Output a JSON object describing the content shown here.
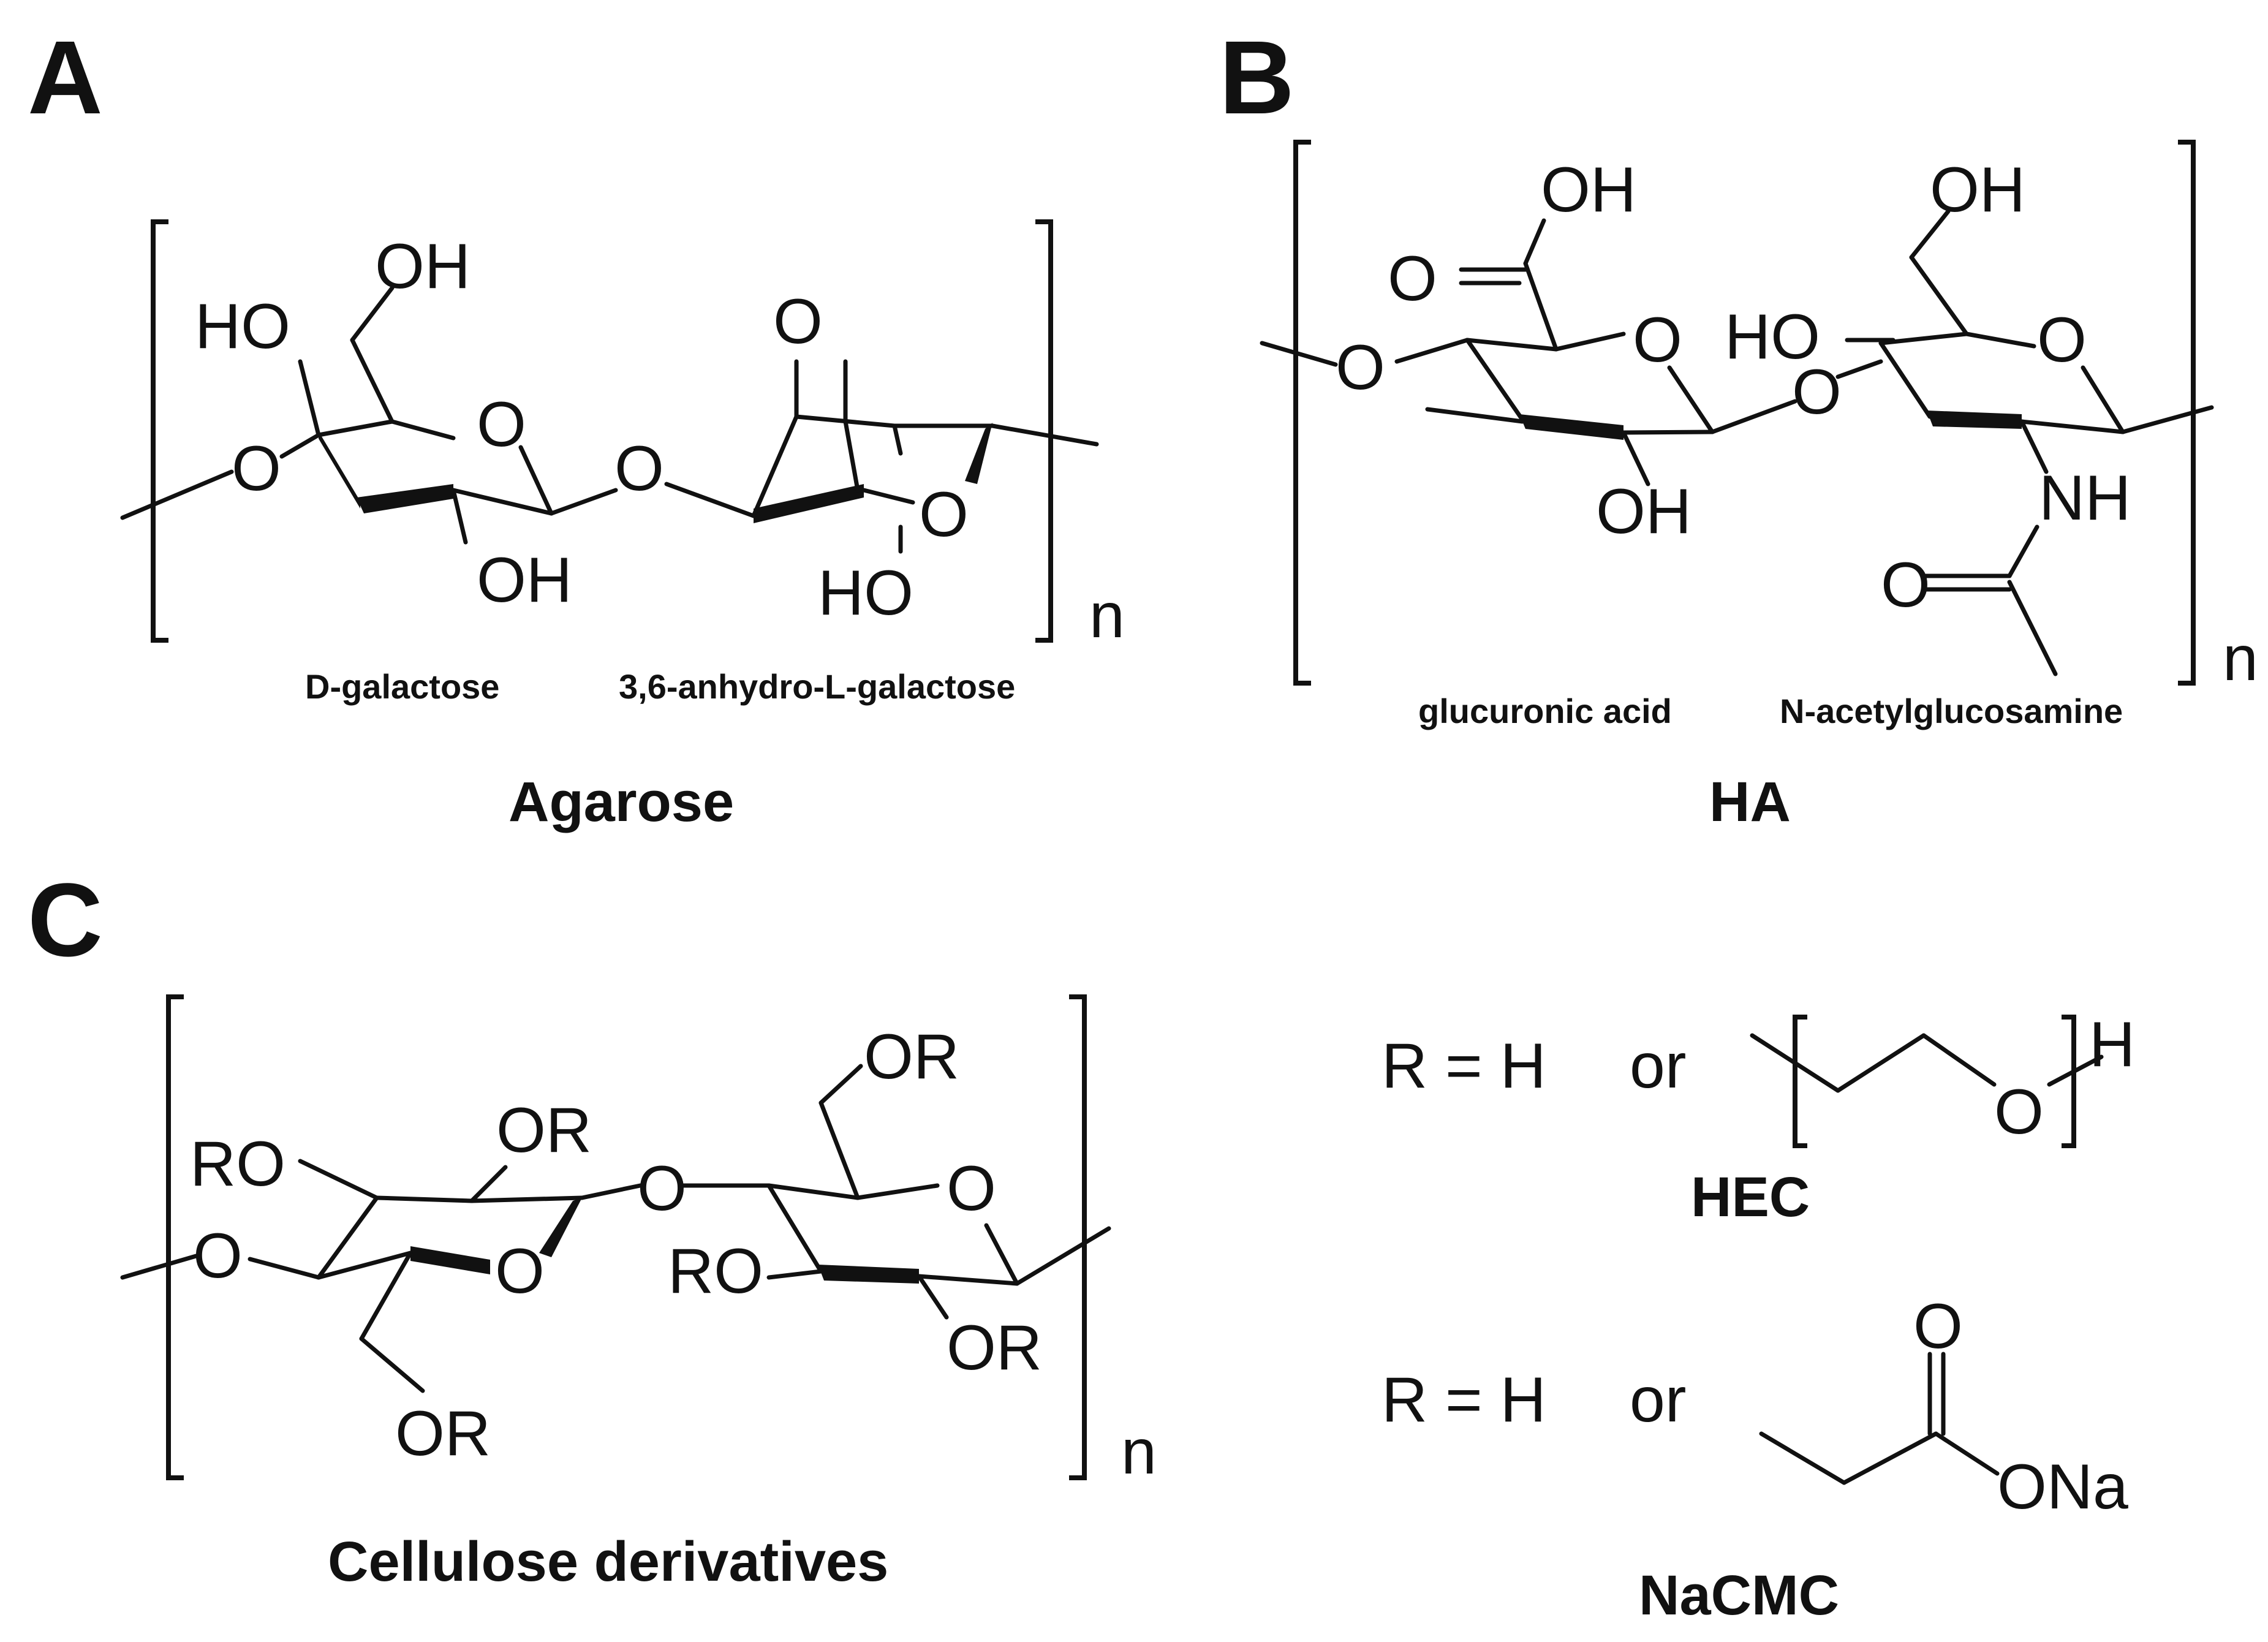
{
  "panels": {
    "a": {
      "letter": "A",
      "atoms": {
        "o_link_left": "O",
        "ho_top": "HO",
        "oh_ch2": "OH",
        "o_ring1": "O",
        "oh_bottom": "OH",
        "o_glyco": "O",
        "o_bridge": "O",
        "o_ring2": "O",
        "ho_bottom": "HO"
      },
      "repeat": "n",
      "unit1": "D-galactose",
      "unit2": "3,6-anhydro-L-galactose",
      "name": "Agarose"
    },
    "b": {
      "letter": "B",
      "atoms": {
        "oh_cooh": "OH",
        "o_carbonyl": "O",
        "o_link_left": "O",
        "o_ring1": "O",
        "oh_bottom": "OH",
        "o_glyco": "O",
        "ho_left": "HO",
        "oh_ch2": "OH",
        "o_ring2": "O",
        "nh": "NH",
        "o_acetyl": "O"
      },
      "repeat": "n",
      "unit1": "glucuronic acid",
      "unit2": "N-acetylglucosamine",
      "name": "HA"
    },
    "c": {
      "letter": "C",
      "atoms": {
        "ro_left": "RO",
        "or_top1": "OR",
        "o_link_left": "O",
        "o_ring1": "O",
        "or_bottom1": "OR",
        "o_glyco": "O",
        "or_top2": "OR",
        "o_ring2": "O",
        "ro_mid": "RO",
        "or_bottom2": "OR"
      },
      "repeat": "n",
      "name": "Cellulose derivatives",
      "hec": {
        "r_eq": "R = H",
        "or": "or",
        "o": "O",
        "h": "H",
        "name": "HEC"
      },
      "nacmc": {
        "r_eq": "R = H",
        "or": "or",
        "o_carbonyl": "O",
        "ona": "ONa",
        "name": "NaCMC"
      }
    }
  }
}
